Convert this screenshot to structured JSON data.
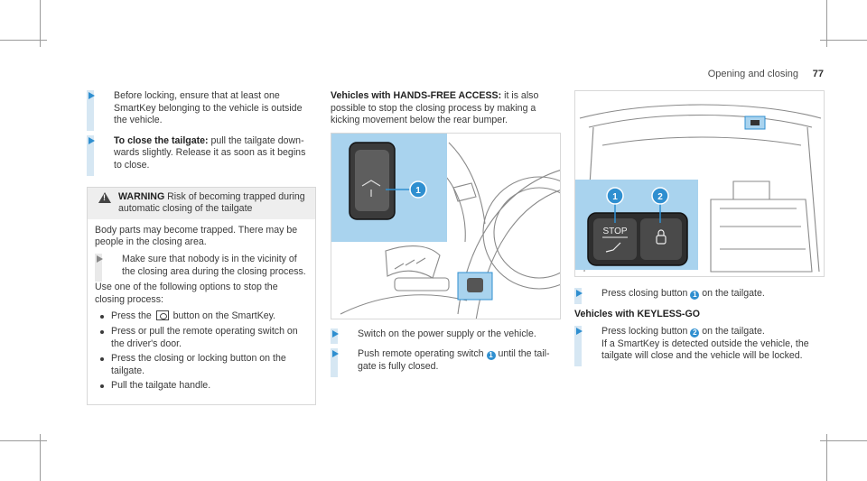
{
  "header": {
    "title": "Opening and closing",
    "page": "77"
  },
  "col1": {
    "step1": "Before locking, ensure that at least one SmartKey belonging to the vehicle is outside the vehicle.",
    "step2_label": "To close the tailgate:",
    "step2_text": " pull the tailgate down-wards slightly. Release it as soon as it begins to close.",
    "warning": {
      "label": "WARNING",
      "title": " Risk of becoming trapped during automatic closing of the tailgate",
      "body": "Body parts may become trapped. There may be people in the closing area.",
      "step": "Make sure that nobody is in the vicinity of the closing area during the closing process.",
      "intro": "Use one of the following options to stop the closing process:",
      "b1_pre": "Press the ",
      "b1_post": " button on the SmartKey.",
      "b2": "Press or pull the remote operating switch on the driver's door.",
      "b3": "Press the closing or locking button on the tailgate.",
      "b4": "Pull the tailgate handle."
    }
  },
  "col2": {
    "intro_label": "Vehicles with HANDS-FREE ACCESS:",
    "intro_text": " it is also possible to stop the closing process by making a kicking movement below the rear bumper.",
    "callout1": "1",
    "step1": "Switch on the power supply or the vehicle.",
    "step2_pre": "Push remote operating switch ",
    "step2_num": "1",
    "step2_post": " until the tail-gate is fully closed."
  },
  "col3": {
    "callout1": "1",
    "callout2": "2",
    "stop_label": "STOP",
    "step1_pre": "Press closing button ",
    "step1_num": "1",
    "step1_post": " on the tailgate.",
    "subheading": "Vehicles with KEYLESS-GO",
    "step2_pre": "Press locking button ",
    "step2_num": "2",
    "step2_post": " on the tailgate.",
    "step2_line2": "If a SmartKey is detected outside the vehicle, the tailgate will close and the vehicle will be locked."
  },
  "colors": {
    "accent": "#2f8fd0",
    "panel": "#a9d3ee",
    "bar": "#d6e7f3"
  }
}
